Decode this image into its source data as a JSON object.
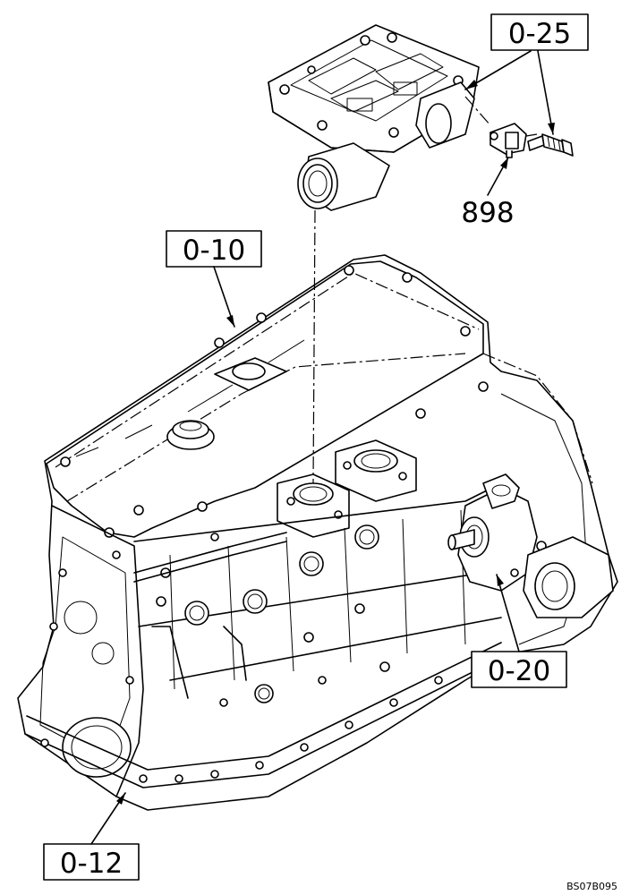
{
  "callouts": [
    {
      "id": "0-25",
      "text": "0-25"
    },
    {
      "id": "898",
      "text": "898"
    },
    {
      "id": "0-10",
      "text": "0-10"
    },
    {
      "id": "0-20",
      "text": "0-20"
    },
    {
      "id": "0-12",
      "text": "0-12"
    }
  ],
  "drawing_code": "BS07B095"
}
